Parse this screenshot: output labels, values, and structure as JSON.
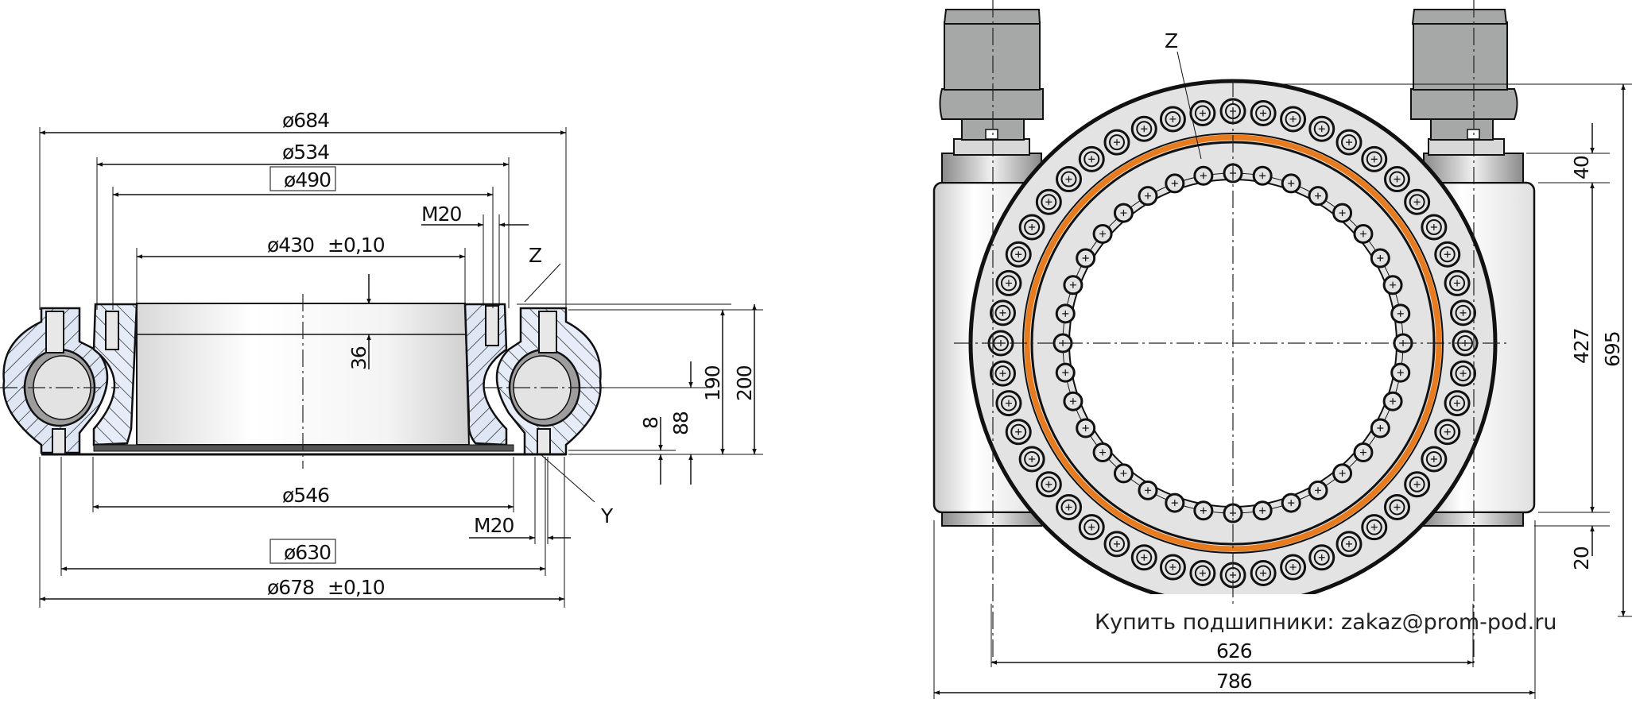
{
  "left_view": {
    "title": "Sectional view",
    "dimensions": {
      "outer_diameter": "ø684",
      "bolt_circle_outer": "ø534",
      "gear_ref_diameter": "ø490",
      "thread_top": "M20",
      "inner_diameter": "ø430",
      "inner_tolerance": "±0,10",
      "height_36": "36",
      "height_190": "190",
      "height_200": "200",
      "height_8": "8",
      "height_88": "88",
      "bottom_diameter_546": "ø546",
      "thread_bottom": "M20",
      "bolt_circle_630": "ø630",
      "outer_fit_diameter": "ø678",
      "outer_fit_tolerance": "±0,10"
    },
    "callouts": {
      "z": "Z",
      "y": "Y"
    }
  },
  "right_view": {
    "title": "Top view",
    "dimensions": {
      "height_40": "40",
      "height_427": "427",
      "height_695": "695",
      "height_20": "20",
      "width_626": "626",
      "width_786": "786"
    },
    "callouts": {
      "z": "Z"
    },
    "outer_bolt_count": 48,
    "inner_bolt_count": 36
  },
  "footer": {
    "text": "Купить подшипники: zakaz@prom-pod.ru"
  },
  "colors": {
    "section_fill": "#d7e2f3",
    "ring_fill": "#e3e3e3",
    "seal_orange": "#e87b1e",
    "motor_gray": "#a6a8a7",
    "line": "#111111"
  }
}
